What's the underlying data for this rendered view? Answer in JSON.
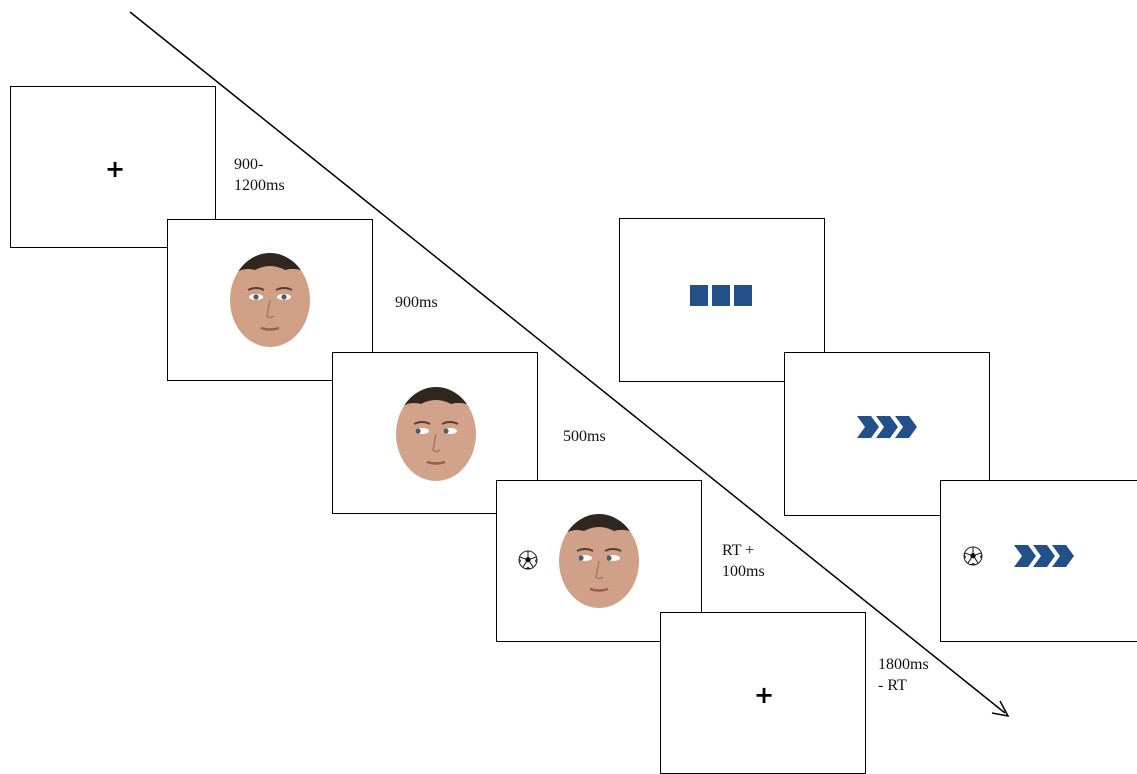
{
  "timeline": {
    "durations": {
      "fixation": "900-\n1200ms",
      "face_neutral": "900ms",
      "face_gaze": "500ms",
      "target": "RT +\n100ms",
      "iti": "1800ms\n- RT"
    },
    "fixation_symbol": "+"
  },
  "colors": {
    "cue_blue": "#24508a",
    "line": "#000000",
    "frame_border": "#000000"
  },
  "icons": {
    "face": "face-photo",
    "ball": "soccer-ball-icon",
    "cue_squares": "square-cue-icon",
    "cue_arrows": "chevron-arrow-cue-icon"
  }
}
